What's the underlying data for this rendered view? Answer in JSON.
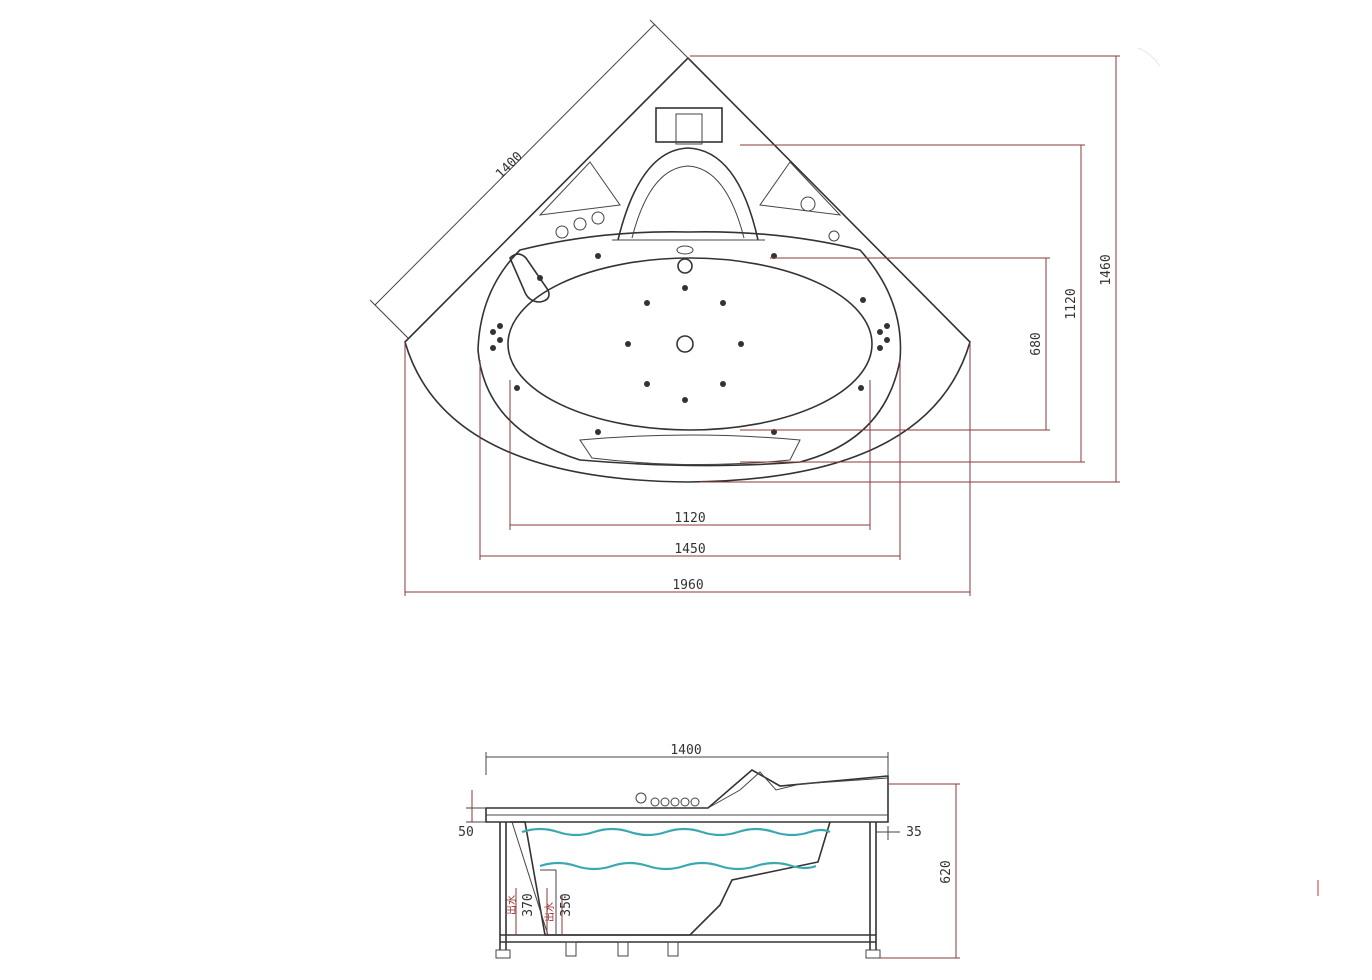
{
  "top_view": {
    "dimensions": {
      "diagonal": "1400",
      "outer_width": "1960",
      "rim_width": "1450",
      "basin_width": "1120",
      "total_depth": "1460",
      "rim_depth": "1120",
      "basin_depth": "680"
    }
  },
  "side_view": {
    "dimensions": {
      "length": "1400",
      "rim_thickness": "50",
      "skirt_offset": "35",
      "height": "620",
      "water_level_1": "370",
      "water_level_2": "350",
      "seat_label_1": "出水",
      "seat_label_2": "出水"
    }
  },
  "colors": {
    "line": "#333333",
    "dimension_line": "#8b3a3a",
    "water": "#3aa8b0"
  }
}
